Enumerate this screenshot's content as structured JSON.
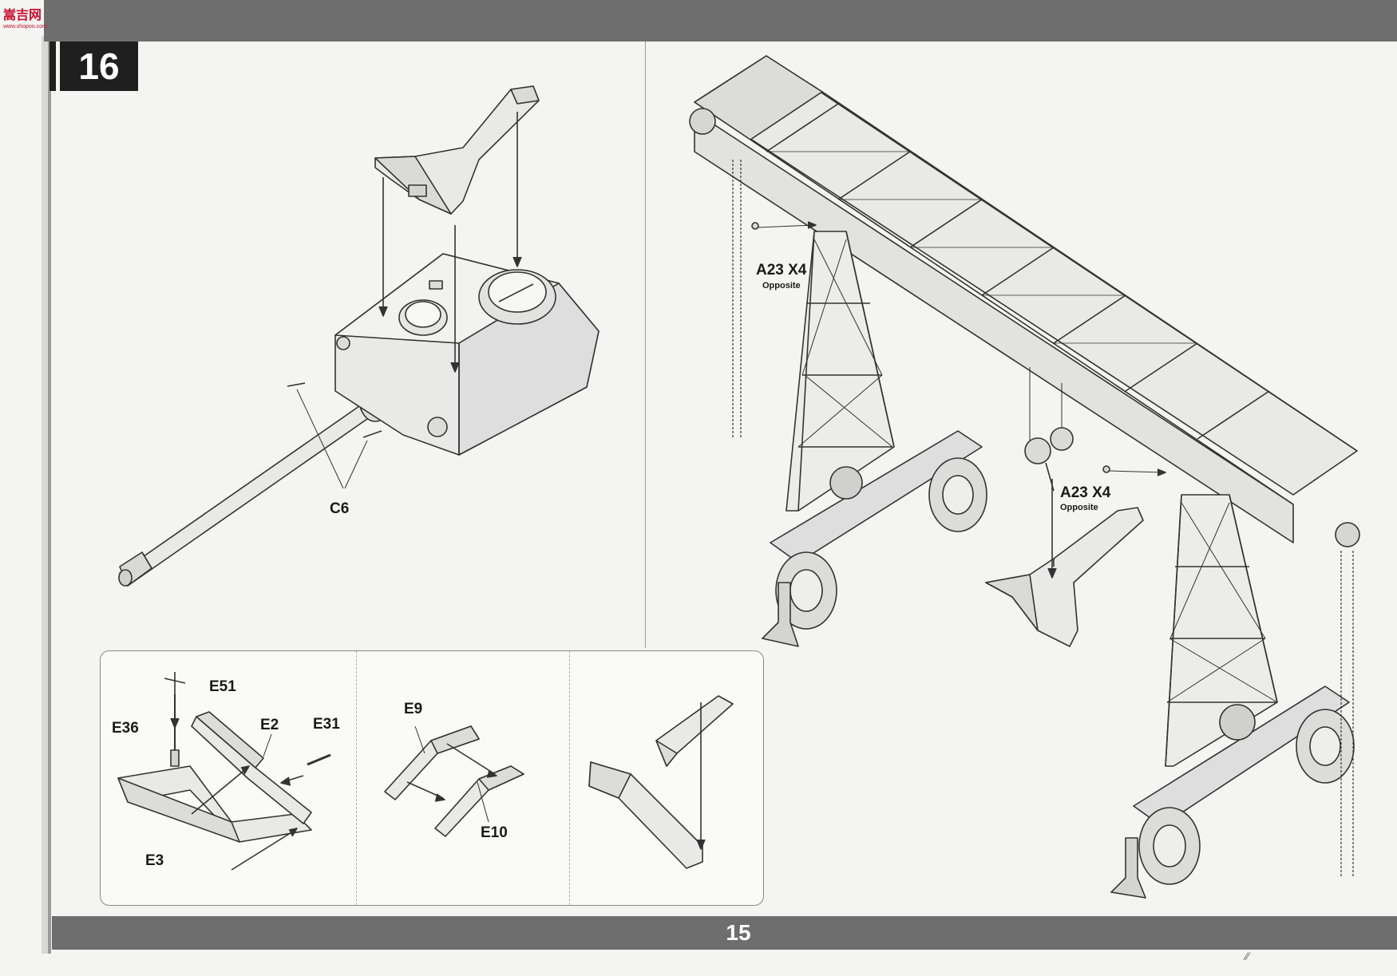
{
  "page": {
    "number": "15",
    "step_number": "16"
  },
  "logo": {
    "text": "嵩吉网",
    "sub": "www.shopoo.com"
  },
  "turret_assembly": {
    "callout_c6": "C6"
  },
  "gantry_crane": {
    "callout_top": {
      "part": "A23 X4",
      "note": "Opposite"
    },
    "callout_mid": {
      "part": "A23 X4",
      "note": "Opposite"
    }
  },
  "detail_panels": {
    "panel_1": {
      "labels": {
        "e51": "E51",
        "e36": "E36",
        "e2": "E2",
        "e31": "E31",
        "e3": "E3"
      }
    },
    "panel_2": {
      "labels": {
        "e9": "E9",
        "e10": "E10"
      }
    },
    "panel_3": {}
  },
  "colors": {
    "bar": "#6e6e6e",
    "step_box": "#1f1f1f",
    "line_art": "#333333",
    "fill": "#e8e8e6"
  }
}
